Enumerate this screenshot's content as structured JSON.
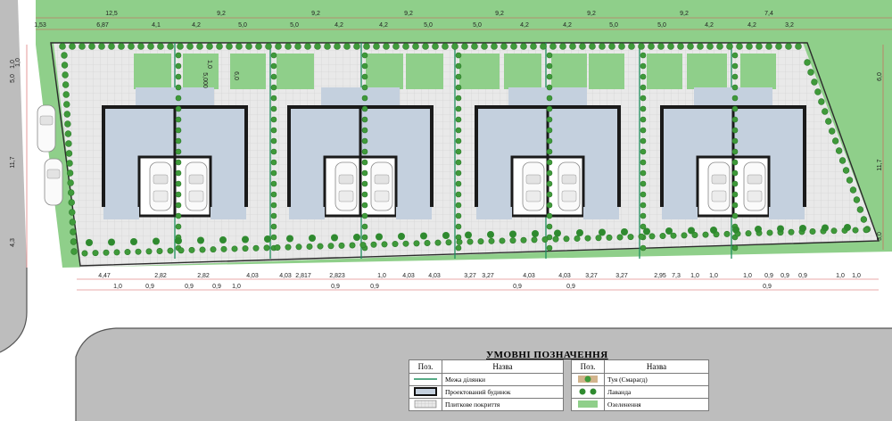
{
  "top_dims_major": [
    "12,5",
    "9,2",
    "9,2",
    "9,2",
    "9,2",
    "9,2",
    "9,2",
    "7,4"
  ],
  "top_dims_minor": [
    "1,53",
    "6,87",
    "4,1",
    "4,2",
    "5,0",
    "5,0",
    "4,2",
    "4,2",
    "5,0",
    "5,0",
    "4,2",
    "4,2",
    "5,0",
    "5,0",
    "4,2",
    "4,2",
    "3,2"
  ],
  "top_dims_extra": [
    "1,0"
  ],
  "left_dims": [
    "1,0",
    "5,0",
    "11,7",
    "4,3"
  ],
  "right_dims": [
    "6,0",
    "11,7",
    "3,0"
  ],
  "inner_dims": [
    "5,000",
    "6,0",
    "1,0"
  ],
  "bottom_row1": [
    "4,47",
    "2,82",
    "2,82",
    "4,03",
    "4,03",
    "2,817",
    "2,823",
    "1,0",
    "4,03",
    "4,03",
    "3,27",
    "3,27",
    "4,03",
    "4,03",
    "3,27",
    "3,27",
    "2,95",
    "7,3",
    "1,0",
    "1,0",
    "1,0",
    "0,9",
    "0,9",
    "0,9",
    "1,0",
    "1,0"
  ],
  "bottom_row2": [
    "1,0",
    "0,9",
    "0,9",
    "0,9",
    "1,0",
    "0,9",
    "0,9",
    "0,9",
    "0,9",
    "0,9"
  ],
  "legend": {
    "title": "УМОВНІ ПОЗНАЧЕННЯ",
    "col_pos": "Поз.",
    "col_name": "Назва",
    "left": [
      {
        "icon": "boundary-line-icon",
        "name": "Межа ділянки"
      },
      {
        "icon": "building-outline-icon",
        "name": "Проектований будинок"
      },
      {
        "icon": "paving-tile-icon",
        "name": "Плиткове покриття"
      }
    ],
    "right": [
      {
        "icon": "thuja-icon",
        "name": "Туя (Смарагд)"
      },
      {
        "icon": "lavender-icon",
        "name": "Лаванда"
      },
      {
        "icon": "lawn-icon",
        "name": "Озеленення"
      }
    ]
  },
  "colors": {
    "lawn": "#8fcf8a",
    "tile": "#e6e6e6",
    "house": "#c4d0de",
    "wall": "#1a1a1a",
    "boundary": "#1f8f5e",
    "dimension": "#d65555",
    "shrub": "#3f9a3a",
    "road": "#bdbdbd"
  }
}
